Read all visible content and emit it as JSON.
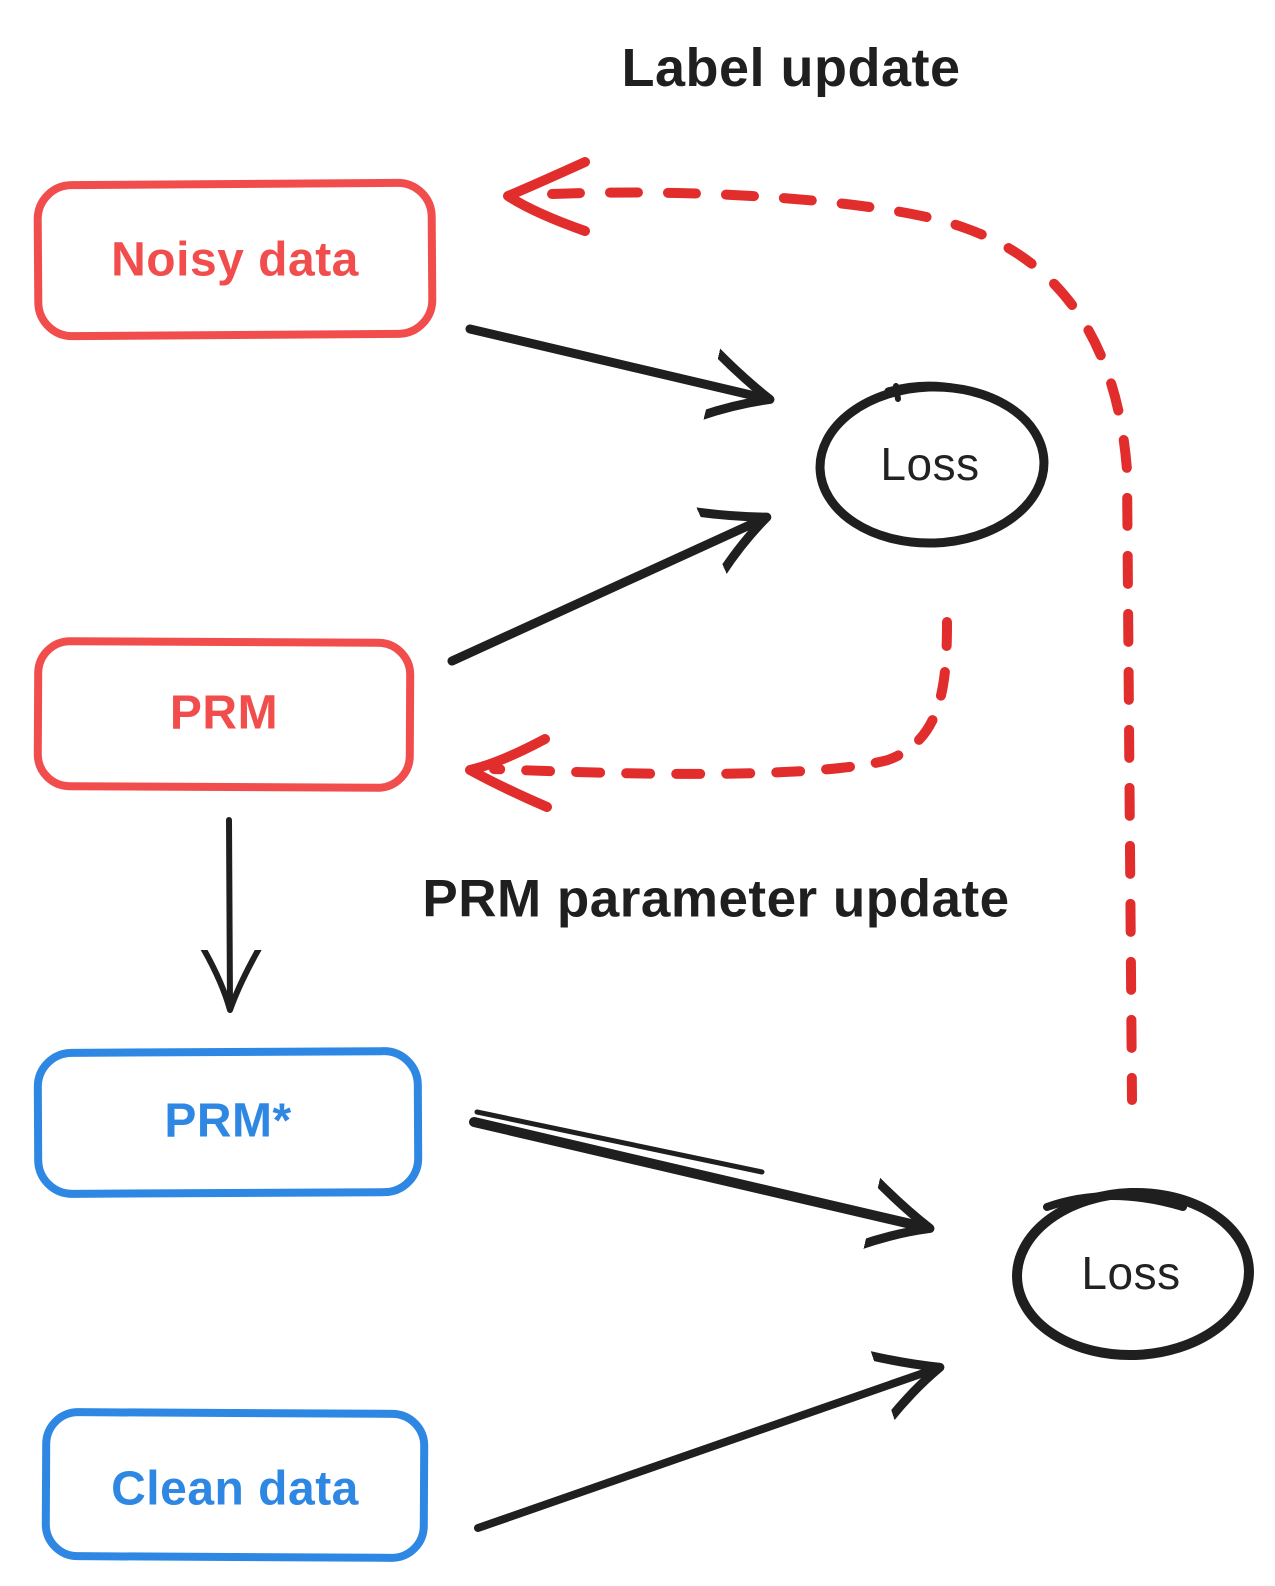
{
  "diagram": {
    "title": "Label update",
    "loop_label": "PRM parameter update",
    "colors": {
      "node_red": "#F14D4D",
      "node_blue": "#2E87E2",
      "dashed_red": "#E22D2D",
      "stroke_black": "#1F1F1F"
    },
    "nodes": {
      "noisy_data": {
        "label": "Noisy data",
        "shape": "rounded-rect",
        "color": "#F14D4D"
      },
      "prm": {
        "label": "PRM",
        "shape": "rounded-rect",
        "color": "#F14D4D"
      },
      "loss_top": {
        "label": "Loss",
        "shape": "ellipse",
        "color": "#1F1F1F"
      },
      "prm_star": {
        "label": "PRM*",
        "shape": "rounded-rect",
        "color": "#2E87E2"
      },
      "clean_data": {
        "label": "Clean data",
        "shape": "rounded-rect",
        "color": "#2E87E2"
      },
      "loss_bottom": {
        "label": "Loss",
        "shape": "ellipse",
        "color": "#1F1F1F"
      }
    },
    "edges": [
      {
        "from": "Noisy data",
        "to": "Loss (top)",
        "style": "solid",
        "color": "black"
      },
      {
        "from": "PRM",
        "to": "Loss (top)",
        "style": "solid",
        "color": "black"
      },
      {
        "from": "PRM",
        "to": "PRM*",
        "style": "solid",
        "color": "black"
      },
      {
        "from": "PRM*",
        "to": "Loss (bottom)",
        "style": "solid",
        "color": "black"
      },
      {
        "from": "Clean data",
        "to": "Loss (bottom)",
        "style": "solid",
        "color": "black"
      },
      {
        "from": "Loss (bottom)",
        "to": "Noisy data",
        "style": "dashed",
        "color": "red",
        "meaning": "Label update"
      },
      {
        "from": "Loss (top)",
        "to": "PRM",
        "style": "dashed",
        "color": "red",
        "meaning": "PRM parameter update"
      }
    ]
  }
}
